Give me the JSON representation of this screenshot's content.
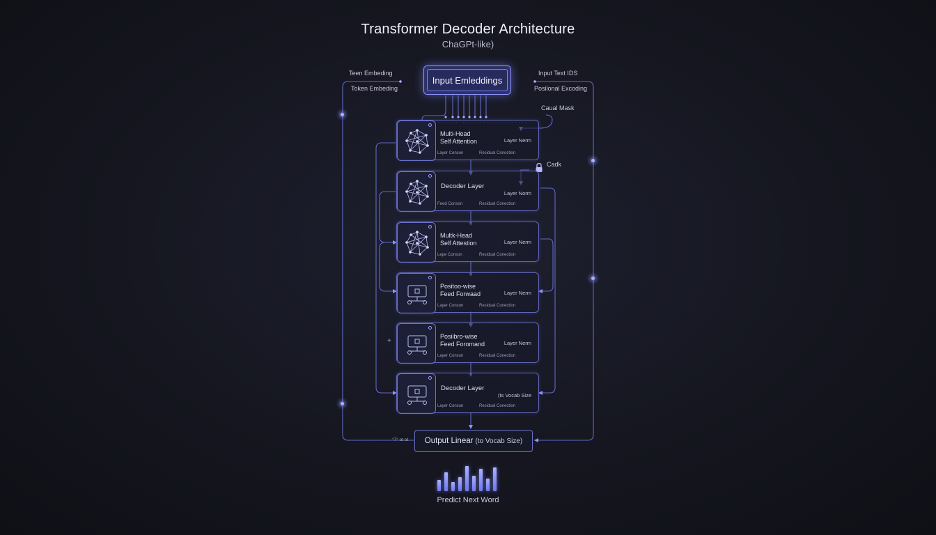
{
  "header": {
    "title": "Transformer Decoder Architecture",
    "subtitle": "ChaGPt-like)"
  },
  "input": {
    "label": "Input Emleddings",
    "left_labels": [
      "Teen Embeding",
      "Token Embeding"
    ],
    "right_labels": [
      "Input Text IDS",
      "Posilonal Excoding"
    ]
  },
  "annotations": {
    "causal_mask": "Caual Mask",
    "lock_label": "Cadk",
    "bottom_left_tag": "°7° ot ot"
  },
  "layers": [
    {
      "line1": "Multi-Head",
      "line2": "Self Attention",
      "norm": "Layer Nerm",
      "foot_left": "Layer Conson",
      "foot_right": "Residual Conoction",
      "icon": "network-icon"
    },
    {
      "line1": "Decoder Layer",
      "line2": "",
      "norm": "Layer Norm",
      "foot_left": "Feed Conson",
      "foot_right": "Residual Conection",
      "icon": "network-icon"
    },
    {
      "line1": "Multk-Head",
      "line2": "Self Attestion",
      "norm": "Layer Nerm",
      "foot_left": "Lepe Conson",
      "foot_right": "Residual Conection",
      "icon": "network-icon"
    },
    {
      "line1": "Positoo-wise",
      "line2": "Feed Forwaad",
      "norm": "Layer Nerm",
      "foot_left": "Layer Conson",
      "foot_right": "Residual Conection",
      "icon": "feedforward-icon"
    },
    {
      "line1": "Posiibro-wise",
      "line2": "Feed Foromand",
      "norm": "Layer Nerm",
      "foot_left": "Layer Conson",
      "foot_right": "Residual Conection",
      "icon": "feedforward-icon"
    },
    {
      "line1": "Decoder Layer",
      "line2": "",
      "norm": "(ts Vocab Size",
      "foot_left": "Layer Conson",
      "foot_right": "Residual Conection",
      "icon": "feedforward-icon"
    }
  ],
  "output": {
    "label": "Output Linear",
    "paren": "(to Vocab Size)",
    "predict_label": "Predict Next Word",
    "bar_levels": [
      0.45,
      0.75,
      0.35,
      0.55,
      1.0,
      0.6,
      0.9,
      0.5,
      0.95
    ]
  },
  "colors": {
    "accent": "#8f96ff",
    "line": "#5f66b8",
    "background": "#15161f"
  }
}
